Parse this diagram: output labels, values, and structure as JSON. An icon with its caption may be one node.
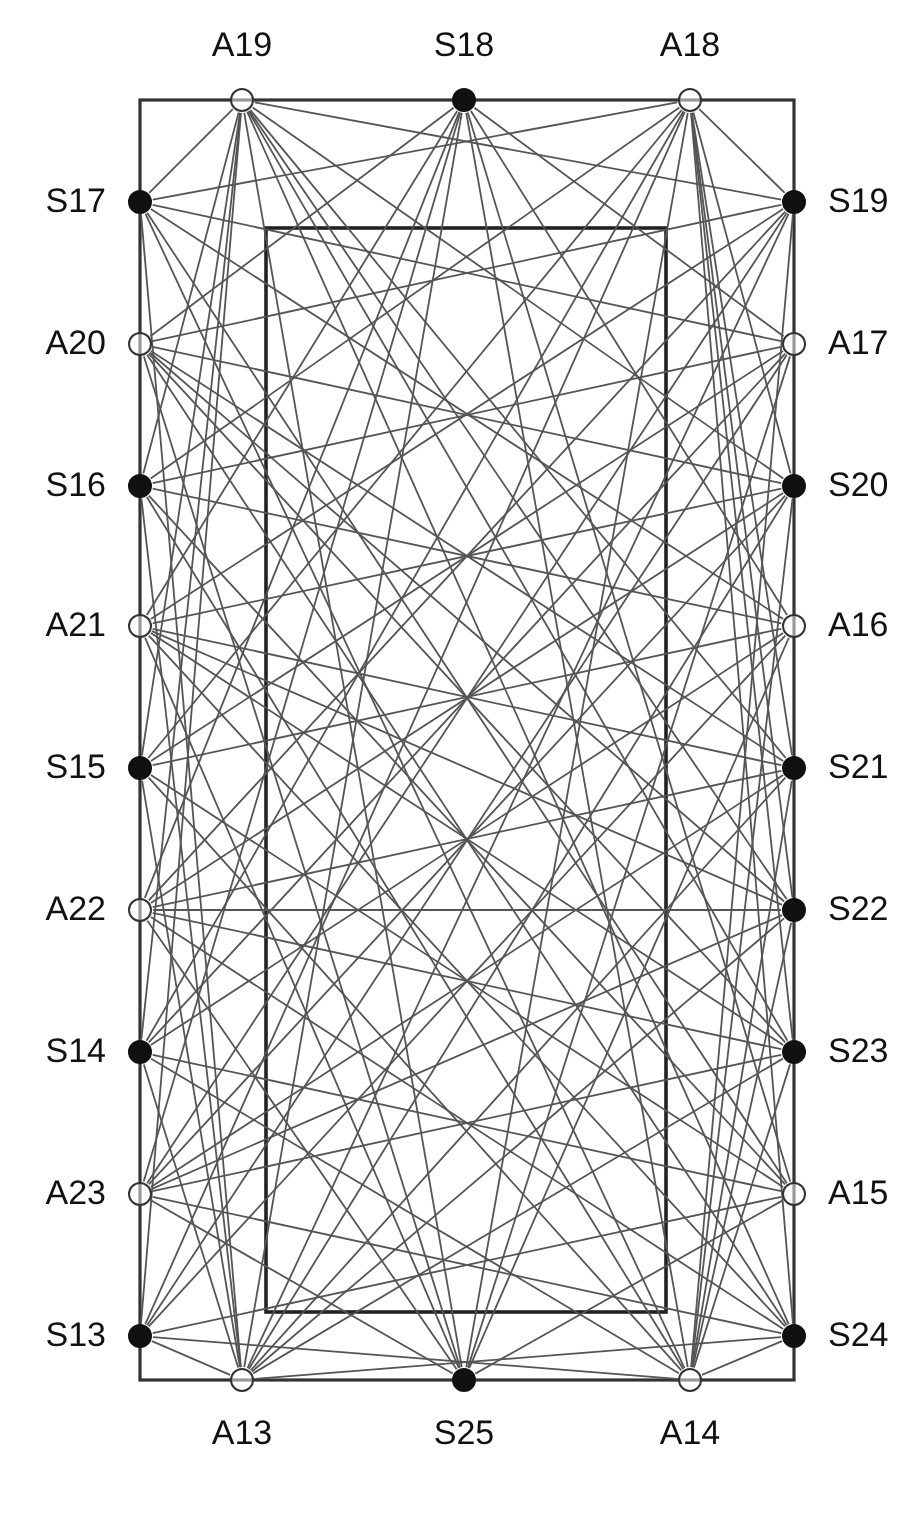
{
  "diagram": {
    "nodes": [
      {
        "text": [],
        "shape": "circle",
        "beside": [
          "A19"
        ]
      },
      {
        "text": [],
        "shape": "dot",
        "beside": [
          "S18"
        ]
      },
      {
        "text": [],
        "shape": "circle",
        "beside": [
          "A18"
        ]
      },
      {
        "text": [],
        "shape": "dot",
        "beside": [
          "S17"
        ]
      },
      {
        "text": [],
        "shape": "dot",
        "beside": [
          "S19"
        ]
      },
      {
        "text": [],
        "shape": "circle",
        "beside": [
          "A20"
        ]
      },
      {
        "text": [],
        "shape": "circle",
        "beside": [
          "A17"
        ]
      },
      {
        "text": [],
        "shape": "dot",
        "beside": [
          "S16"
        ]
      },
      {
        "text": [],
        "shape": "dot",
        "beside": [
          "S20"
        ]
      },
      {
        "text": [],
        "shape": "circle",
        "beside": [
          "A21"
        ]
      },
      {
        "text": [],
        "shape": "circle",
        "beside": [
          "A16"
        ]
      },
      {
        "text": [],
        "shape": "dot",
        "beside": [
          "S15"
        ]
      },
      {
        "text": [],
        "shape": "dot",
        "beside": [
          "S21"
        ]
      },
      {
        "text": [],
        "shape": "circle",
        "beside": [
          "A22"
        ]
      },
      {
        "text": [],
        "shape": "dot",
        "beside": [
          "S22"
        ]
      },
      {
        "text": [],
        "shape": "dot",
        "beside": [
          "S14"
        ]
      },
      {
        "text": [],
        "shape": "dot",
        "beside": [
          "S23"
        ]
      },
      {
        "text": [],
        "shape": "circle",
        "beside": [
          "A23"
        ]
      },
      {
        "text": [],
        "shape": "circle",
        "beside": [
          "A15"
        ]
      },
      {
        "text": [],
        "shape": "dot",
        "beside": [
          "S13"
        ]
      },
      {
        "text": [],
        "shape": "dot",
        "beside": [
          "S24"
        ]
      },
      {
        "text": [],
        "shape": "circle",
        "beside": [
          "A13"
        ]
      },
      {
        "text": [],
        "shape": "dot",
        "beside": [
          "S25"
        ]
      },
      {
        "text": [],
        "shape": "circle",
        "beside": [
          "A14"
        ]
      }
    ],
    "edges": [
      {
        "from": 0,
        "to": 3,
        "arrow": "none"
      },
      {
        "from": 0,
        "to": 4,
        "arrow": "none"
      },
      {
        "from": 0,
        "to": 7,
        "arrow": "none"
      },
      {
        "from": 0,
        "to": 8,
        "arrow": "none"
      },
      {
        "from": 0,
        "to": 11,
        "arrow": "none"
      },
      {
        "from": 0,
        "to": 12,
        "arrow": "none"
      },
      {
        "from": 0,
        "to": 14,
        "arrow": "none"
      },
      {
        "from": 0,
        "to": 15,
        "arrow": "none"
      },
      {
        "from": 0,
        "to": 16,
        "arrow": "none"
      },
      {
        "from": 0,
        "to": 19,
        "arrow": "none"
      },
      {
        "from": 0,
        "to": 20,
        "arrow": "none"
      },
      {
        "from": 0,
        "to": 22,
        "arrow": "none"
      },
      {
        "from": 2,
        "to": 3,
        "arrow": "none"
      },
      {
        "from": 2,
        "to": 4,
        "arrow": "none"
      },
      {
        "from": 2,
        "to": 7,
        "arrow": "none"
      },
      {
        "from": 2,
        "to": 8,
        "arrow": "none"
      },
      {
        "from": 2,
        "to": 11,
        "arrow": "none"
      },
      {
        "from": 2,
        "to": 12,
        "arrow": "none"
      },
      {
        "from": 2,
        "to": 14,
        "arrow": "none"
      },
      {
        "from": 2,
        "to": 15,
        "arrow": "none"
      },
      {
        "from": 2,
        "to": 16,
        "arrow": "none"
      },
      {
        "from": 2,
        "to": 19,
        "arrow": "none"
      },
      {
        "from": 2,
        "to": 20,
        "arrow": "none"
      },
      {
        "from": 2,
        "to": 22,
        "arrow": "none"
      },
      {
        "from": 5,
        "to": 1,
        "arrow": "none"
      },
      {
        "from": 5,
        "to": 4,
        "arrow": "none"
      },
      {
        "from": 5,
        "to": 8,
        "arrow": "none"
      },
      {
        "from": 5,
        "to": 12,
        "arrow": "none"
      },
      {
        "from": 5,
        "to": 14,
        "arrow": "none"
      },
      {
        "from": 5,
        "to": 16,
        "arrow": "none"
      },
      {
        "from": 5,
        "to": 20,
        "arrow": "none"
      },
      {
        "from": 5,
        "to": 22,
        "arrow": "none"
      },
      {
        "from": 6,
        "to": 1,
        "arrow": "none"
      },
      {
        "from": 6,
        "to": 3,
        "arrow": "none"
      },
      {
        "from": 6,
        "to": 7,
        "arrow": "none"
      },
      {
        "from": 6,
        "to": 11,
        "arrow": "none"
      },
      {
        "from": 6,
        "to": 15,
        "arrow": "none"
      },
      {
        "from": 6,
        "to": 19,
        "arrow": "none"
      },
      {
        "from": 6,
        "to": 22,
        "arrow": "none"
      },
      {
        "from": 9,
        "to": 1,
        "arrow": "none"
      },
      {
        "from": 9,
        "to": 4,
        "arrow": "none"
      },
      {
        "from": 9,
        "to": 8,
        "arrow": "none"
      },
      {
        "from": 9,
        "to": 12,
        "arrow": "none"
      },
      {
        "from": 9,
        "to": 14,
        "arrow": "none"
      },
      {
        "from": 9,
        "to": 16,
        "arrow": "none"
      },
      {
        "from": 9,
        "to": 20,
        "arrow": "none"
      },
      {
        "from": 9,
        "to": 22,
        "arrow": "none"
      },
      {
        "from": 10,
        "to": 1,
        "arrow": "none"
      },
      {
        "from": 10,
        "to": 3,
        "arrow": "none"
      },
      {
        "from": 10,
        "to": 7,
        "arrow": "none"
      },
      {
        "from": 10,
        "to": 11,
        "arrow": "none"
      },
      {
        "from": 10,
        "to": 15,
        "arrow": "none"
      },
      {
        "from": 10,
        "to": 19,
        "arrow": "none"
      },
      {
        "from": 10,
        "to": 22,
        "arrow": "none"
      },
      {
        "from": 13,
        "to": 1,
        "arrow": "none"
      },
      {
        "from": 13,
        "to": 4,
        "arrow": "none"
      },
      {
        "from": 13,
        "to": 8,
        "arrow": "none"
      },
      {
        "from": 13,
        "to": 12,
        "arrow": "none"
      },
      {
        "from": 13,
        "to": 14,
        "arrow": "none"
      },
      {
        "from": 13,
        "to": 16,
        "arrow": "none"
      },
      {
        "from": 13,
        "to": 20,
        "arrow": "none"
      },
      {
        "from": 13,
        "to": 22,
        "arrow": "none"
      },
      {
        "from": 17,
        "to": 1,
        "arrow": "none"
      },
      {
        "from": 17,
        "to": 4,
        "arrow": "none"
      },
      {
        "from": 17,
        "to": 8,
        "arrow": "none"
      },
      {
        "from": 17,
        "to": 12,
        "arrow": "none"
      },
      {
        "from": 17,
        "to": 14,
        "arrow": "none"
      },
      {
        "from": 17,
        "to": 16,
        "arrow": "none"
      },
      {
        "from": 17,
        "to": 20,
        "arrow": "none"
      },
      {
        "from": 17,
        "to": 22,
        "arrow": "none"
      },
      {
        "from": 18,
        "to": 1,
        "arrow": "none"
      },
      {
        "from": 18,
        "to": 3,
        "arrow": "none"
      },
      {
        "from": 18,
        "to": 7,
        "arrow": "none"
      },
      {
        "from": 18,
        "to": 11,
        "arrow": "none"
      },
      {
        "from": 18,
        "to": 15,
        "arrow": "none"
      },
      {
        "from": 18,
        "to": 19,
        "arrow": "none"
      },
      {
        "from": 18,
        "to": 22,
        "arrow": "none"
      },
      {
        "from": 21,
        "to": 1,
        "arrow": "none"
      },
      {
        "from": 21,
        "to": 3,
        "arrow": "none"
      },
      {
        "from": 21,
        "to": 4,
        "arrow": "none"
      },
      {
        "from": 21,
        "to": 7,
        "arrow": "none"
      },
      {
        "from": 21,
        "to": 8,
        "arrow": "none"
      },
      {
        "from": 21,
        "to": 11,
        "arrow": "none"
      },
      {
        "from": 21,
        "to": 12,
        "arrow": "none"
      },
      {
        "from": 21,
        "to": 14,
        "arrow": "none"
      },
      {
        "from": 21,
        "to": 15,
        "arrow": "none"
      },
      {
        "from": 21,
        "to": 16,
        "arrow": "none"
      },
      {
        "from": 21,
        "to": 19,
        "arrow": "none"
      },
      {
        "from": 21,
        "to": 20,
        "arrow": "none"
      },
      {
        "from": 23,
        "to": 1,
        "arrow": "none"
      },
      {
        "from": 23,
        "to": 3,
        "arrow": "none"
      },
      {
        "from": 23,
        "to": 4,
        "arrow": "none"
      },
      {
        "from": 23,
        "to": 7,
        "arrow": "none"
      },
      {
        "from": 23,
        "to": 8,
        "arrow": "none"
      },
      {
        "from": 23,
        "to": 11,
        "arrow": "none"
      },
      {
        "from": 23,
        "to": 12,
        "arrow": "none"
      },
      {
        "from": 23,
        "to": 14,
        "arrow": "none"
      },
      {
        "from": 23,
        "to": 15,
        "arrow": "none"
      },
      {
        "from": 23,
        "to": 16,
        "arrow": "none"
      },
      {
        "from": 23,
        "to": 19,
        "arrow": "none"
      },
      {
        "from": 23,
        "to": 20,
        "arrow": "none"
      }
    ]
  }
}
